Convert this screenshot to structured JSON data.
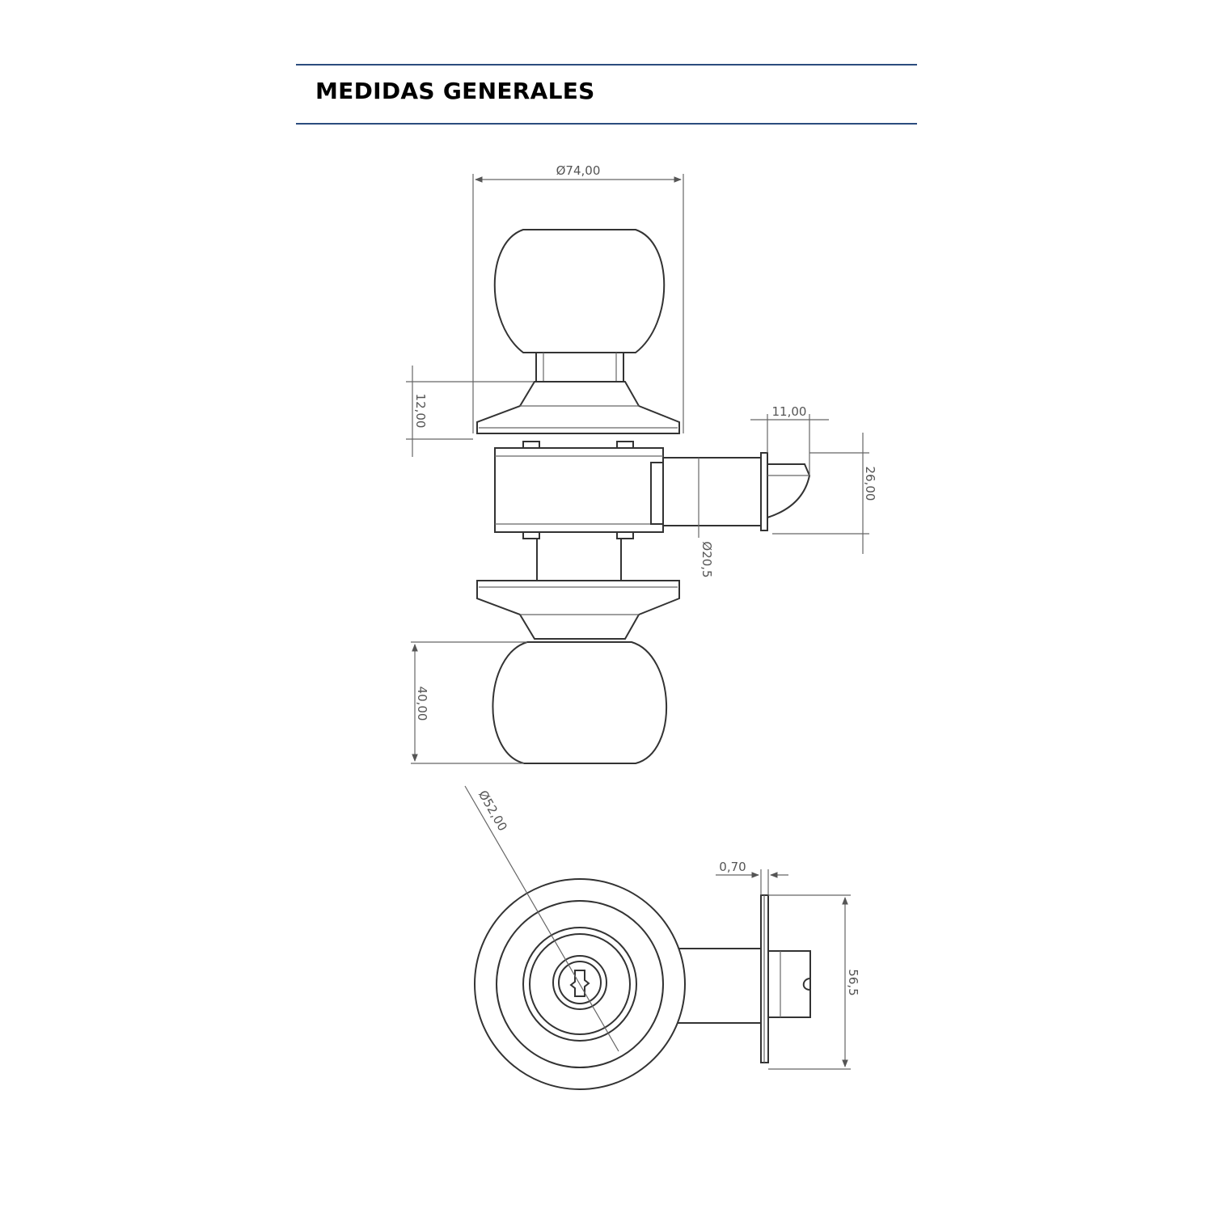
{
  "header": {
    "title": "MEDIDAS GENERALES",
    "rule_color": "#2b4c7e"
  },
  "dimensions": {
    "knob_diameter": "Ø74,00",
    "rose_height": "12,00",
    "backset_width": "11,00",
    "latch_height": "26,00",
    "spindle_diameter": "Ø20,5",
    "knob_height": "40,00",
    "rose_diameter": "Ø52,00",
    "faceplate_thickness": "0,70",
    "faceplate_height": "56,5"
  }
}
